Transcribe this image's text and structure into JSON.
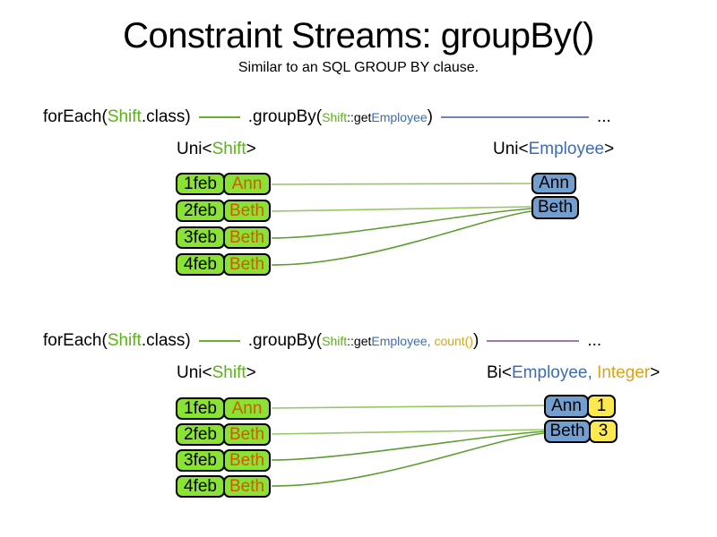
{
  "title": "Constraint Streams: groupBy()",
  "subtitle": "Similar to an SQL GROUP BY clause.",
  "colors": {
    "shift_box_green": "#8ae234",
    "employee_box_blue": "#729fcf",
    "count_box_yellow": "#fce94f",
    "shift_token_green": "#58b514",
    "employee_token_blue": "#3c6cb4",
    "integer_token_gold": "#dca319",
    "employee_name_orange": "#ce5c00",
    "wire_green_light": "#97c763",
    "wire_green_dark": "#5d9e30",
    "wire_blue": "#6b85b5",
    "wire_purple": "#9b7bab"
  },
  "section1": {
    "code": {
      "foreach_fn": "forEach(",
      "foreach_arg": "Shift",
      "foreach_end": ".class)",
      "groupby_fn": ".groupBy(",
      "arg_class": "Shift",
      "arg_accessor": "::get",
      "arg_type": "Employee",
      "groupby_end": ")",
      "ellipsis": "..."
    },
    "source_label": {
      "prefix": "Uni<",
      "type": "Shift",
      "suffix": ">"
    },
    "result_label": {
      "prefix": "Uni<",
      "type": "Employee",
      "suffix": ">"
    },
    "rows": [
      {
        "date": "1feb",
        "name": "Ann"
      },
      {
        "date": "2feb",
        "name": "Beth"
      },
      {
        "date": "3feb",
        "name": "Beth"
      },
      {
        "date": "4feb",
        "name": "Beth"
      }
    ],
    "groups": [
      {
        "name": "Ann"
      },
      {
        "name": "Beth"
      }
    ],
    "mappings": [
      {
        "from": "1feb",
        "to": "Ann"
      },
      {
        "from": "2feb",
        "to": "Beth"
      },
      {
        "from": "3feb",
        "to": "Beth"
      },
      {
        "from": "4feb",
        "to": "Beth"
      }
    ]
  },
  "section2": {
    "code": {
      "foreach_fn": "forEach(",
      "foreach_arg": "Shift",
      "foreach_end": ".class)",
      "groupby_fn": ".groupBy(",
      "arg_class": "Shift",
      "arg_accessor": "::get",
      "arg_type": "Employee",
      "arg_sep": ", ",
      "arg_count": "count()",
      "groupby_end": ")",
      "ellipsis": "..."
    },
    "source_label": {
      "prefix": "Uni<",
      "type": "Shift",
      "suffix": ">"
    },
    "result_label": {
      "prefix": "Bi<",
      "type1": "Employee",
      "sep": ", ",
      "type2": "Integer",
      "suffix": ">"
    },
    "rows": [
      {
        "date": "1feb",
        "name": "Ann"
      },
      {
        "date": "2feb",
        "name": "Beth"
      },
      {
        "date": "3feb",
        "name": "Beth"
      },
      {
        "date": "4feb",
        "name": "Beth"
      }
    ],
    "groups": [
      {
        "name": "Ann",
        "count": "1"
      },
      {
        "name": "Beth",
        "count": "3"
      }
    ],
    "mappings": [
      {
        "from": "1feb",
        "to": "Ann"
      },
      {
        "from": "2feb",
        "to": "Beth"
      },
      {
        "from": "3feb",
        "to": "Beth"
      },
      {
        "from": "4feb",
        "to": "Beth"
      }
    ]
  }
}
